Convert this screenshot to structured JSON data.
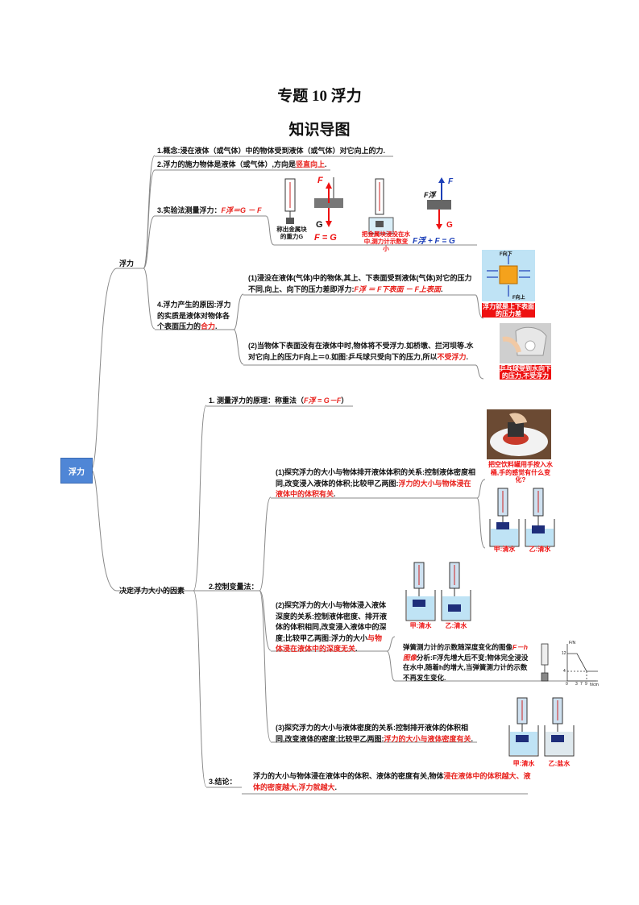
{
  "title": "专题 10  浮力",
  "subtitle": "知识导图",
  "root": "浮力",
  "branch1": {
    "label": "浮力",
    "items": {
      "concept": "1.概念:浸在液体（或气体）中的物体受到液体（或气体）对它向上的力.",
      "source_pre": "2.浮力的施力物体是液体（或气体）,方向是",
      "source_red": "竖直向上",
      "source_post": ".",
      "measure_label": "3.实验法测量浮力：",
      "measure_formula": "F浮＝G － F",
      "cause_label_pre": "4.浮力产生的原因:浮力的实质是液体对物体各个表面压力的",
      "cause_label_red": "合力",
      "cause_label_post": ".",
      "cause1_pre": "(1)浸没在液体(气体)中的物体,其上、下表面受到液体(气体)对它的压力不同,向上、向下的压力差即浮力:",
      "cause1_formula": "F浮 ＝ F下表面 － F上表面",
      "cause1_post": ".",
      "cause2_pre": "(2)当物体下表面没有在液体中时,物体将不受浮力.如桥墩、拦河坝等.水对它向上的压力F向上＝0.如图:乒乓球只受向下的压力,所以",
      "cause2_red": "不受浮力",
      "cause2_post": "."
    },
    "figures": {
      "cap_left": "称出金属块的重力G",
      "eq_left": "F = G",
      "g_left": "G",
      "f_left": "F",
      "cap_mid": "把金属块浸没在水中,测力计示数变小",
      "f_right": "F",
      "fbuoy_right": "F浮",
      "g_right": "G",
      "eq_right": "F浮 + F = G",
      "cube_top": "F向下",
      "cube_bottom": "F向上",
      "cube_caption": "浮力就是上下表面的压力差",
      "ball_caption": "乒乓球受到水向下的压力,不受浮力"
    }
  },
  "branch2": {
    "label": "决定浮力大小的因素",
    "principle_pre": "1. 测量浮力的原理：称重法（",
    "principle_formula": "F浮 = G－F",
    "principle_post": "）",
    "control_label": "2.控制变量法：",
    "exp1_pre": "(1)探究浮力的大小与物体排开液体体积的关系:控制液体密度相同,改变浸入液体的体积;比较甲乙两图:",
    "exp1_red": "浮力的大小与物体浸在液体中的体积有关",
    "exp1_post": ".",
    "exp1_photo_caption": "把空饮料罐用手按入水桶,手的感觉有什么变化?",
    "exp1_jia": "甲:清水",
    "exp1_yi": "乙:清水",
    "exp2_pre": "(2)探究浮力的大小与物体浸入液体深度的关系:控制液体密度、排开液体的体积相同,改变浸入液体中的深度;比较甲乙两图:浮力的大小",
    "exp2_red": "与物体浸在液体中的深度无关",
    "exp2_post": ".",
    "exp2_jia": "甲:清水",
    "exp2_yi": "乙:清水",
    "graph_note_pre": "弹簧测力计的示数随深度变化的图像",
    "graph_note_red": "F－h图像",
    "graph_note_post": "分析:F浮先增大后不变;物体完全浸没在水中,随着h的增大,当弹簧测力计的示数不再发生变化.",
    "graph": {
      "ylabel": "F/N",
      "xlabel": "h/cm",
      "yticks": [
        "12",
        "4"
      ],
      "xticks": [
        "0",
        "3",
        "7",
        "9"
      ]
    },
    "exp3_pre": "(3)探究浮力的大小与液体密度的关系:控制排开液体的体积相同,改变液体的密度;比较甲乙两图:",
    "exp3_red": "浮力的大小与液体密度有关",
    "exp3_post": ".",
    "exp3_jia": "甲:清水",
    "exp3_yi": "乙:盐水",
    "conclusion_label": "3.结论：",
    "conclusion_pre": "浮力的大小与物体浸在液体中的体积、液体的密度有关,物体",
    "conclusion_red": "浸在液体中的体积越大、液体的密度越大,浮力就越大",
    "conclusion_post": "."
  },
  "colors": {
    "accent_red": "#e8211c",
    "root_blue": "#4f86d6",
    "water": "#bfe3f5",
    "block": "#1e2e7a"
  }
}
